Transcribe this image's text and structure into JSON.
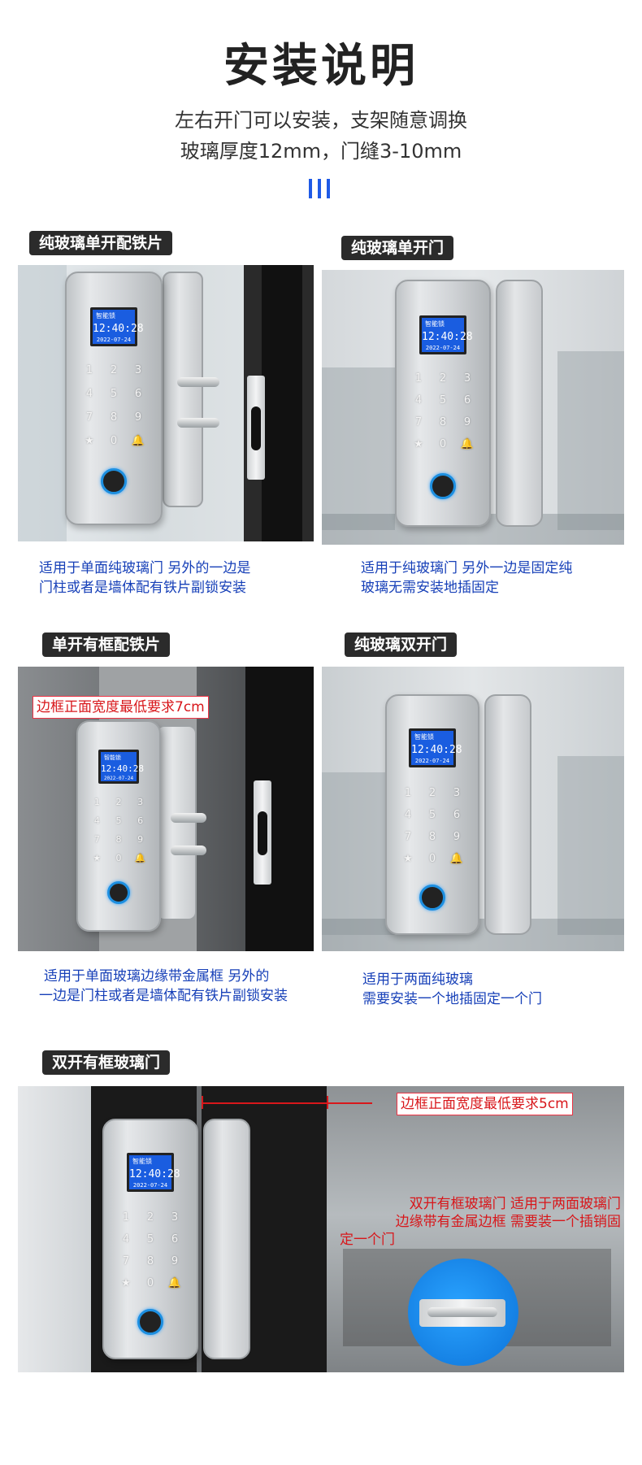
{
  "header": {
    "title": "安装说明",
    "subtitle_line1": "左右开门可以安装，支架随意调换",
    "subtitle_line2": "玻璃厚度12mm，门缝3-10mm"
  },
  "lock_screen": {
    "brand": "智能锁",
    "time": "12:40:28",
    "date": "2022-07-24"
  },
  "keypad": [
    "1",
    "2",
    "3",
    "4",
    "5",
    "6",
    "7",
    "8",
    "9",
    "★",
    "0",
    "🔔"
  ],
  "sections": [
    {
      "label": "纯玻璃单开配铁片",
      "desc_line1": "适用于单面纯玻璃门 另外的一边是",
      "desc_line2": "门柱或者是墙体配有铁片副锁安装"
    },
    {
      "label": "纯玻璃单开门",
      "desc_line1": "适用于纯玻璃门 另外一边是固定纯",
      "desc_line2": "玻璃无需安装地插固定"
    },
    {
      "label": "单开有框配铁片",
      "note": "边框正面宽度最低要求7cm",
      "desc_line1": "适用于单面玻璃边缘带金属框 另外的",
      "desc_line2": "一边是门柱或者是墙体配有铁片副锁安装"
    },
    {
      "label": "纯玻璃双开门",
      "desc_line1": "适用于两面纯玻璃",
      "desc_line2": "需要安装一个地插固定一个门"
    },
    {
      "label": "双开有框玻璃门",
      "note": "边框正面宽度最低要求5cm",
      "desc_line1": "双开有框玻璃门 适用于两面玻璃门",
      "desc_line2": "边缘带有金属边框 需要装一个插销固",
      "desc_line3": "定一个门"
    }
  ],
  "colors": {
    "accent_blue": "#1f5ae6",
    "desc_blue": "#1740b8",
    "warning_red": "#d8171b",
    "label_bg": "#2b2b2b"
  }
}
